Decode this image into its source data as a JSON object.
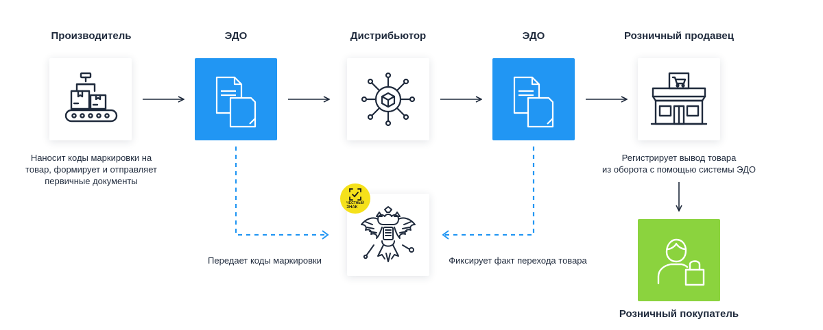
{
  "nodes": {
    "manufacturer": {
      "title": "Производитель",
      "desc": [
        "Наносит коды маркировки на",
        "товар, формирует и отправляет",
        "первичные документы"
      ]
    },
    "edo_left": {
      "title": "ЭДО"
    },
    "distributor": {
      "title": "Дистрибьютор"
    },
    "edo_right": {
      "title": "ЭДО"
    },
    "retailer": {
      "title": "Розничный продавец",
      "desc": [
        "Регистрирует вывод товара",
        "из оборота с помощью системы ЭДО"
      ]
    },
    "center": {
      "badge": [
        "ЧЕСТНЫЙ",
        "ЗНАК"
      ]
    },
    "buyer": {
      "title": "Розничный покупатель"
    }
  },
  "edges": {
    "left_to_center": "Передает коды маркировки",
    "right_to_center": "Фиксирует факт перехода товара"
  },
  "colors": {
    "blue": "#2196f3",
    "green": "#8bd33e",
    "dashed": "#2196f3",
    "arrow": "#1f2a3c",
    "badge": "#f5e11b"
  },
  "icons": {
    "manufacturer": "conveyor-robot-icon",
    "edo": "documents-icon",
    "distributor": "network-box-icon",
    "retailer": "store-icon",
    "center": "coat-of-arms-icon",
    "buyer": "customer-bag-icon"
  }
}
